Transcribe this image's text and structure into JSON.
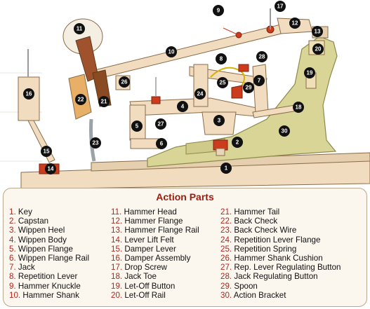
{
  "legend": {
    "title": "Action Parts",
    "columns": [
      [
        {
          "num": "1.",
          "label": "Key"
        },
        {
          "num": "2.",
          "label": "Capstan"
        },
        {
          "num": "3.",
          "label": "Wippen Heel"
        },
        {
          "num": "4.",
          "label": "Wippen Body"
        },
        {
          "num": "5.",
          "label": "Wippen Flange"
        },
        {
          "num": "6.",
          "label": "Wippen Flange Rail"
        },
        {
          "num": "7.",
          "label": "Jack"
        },
        {
          "num": "8.",
          "label": "Repetition Lever"
        },
        {
          "num": "9.",
          "label": "Hammer Knuckle"
        },
        {
          "num": "10.",
          "label": "Hammer Shank"
        }
      ],
      [
        {
          "num": "11.",
          "label": "Hammer Head"
        },
        {
          "num": "12.",
          "label": "Hammer Flange"
        },
        {
          "num": "13.",
          "label": "Hammer Flange Rail"
        },
        {
          "num": "14.",
          "label": "Lever Lift Felt"
        },
        {
          "num": "15.",
          "label": "Damper Lever"
        },
        {
          "num": "16.",
          "label": "Damper Assembly"
        },
        {
          "num": "17.",
          "label": "Drop Screw"
        },
        {
          "num": "18.",
          "label": "Jack Toe"
        },
        {
          "num": "19.",
          "label": "Let-Off Button"
        },
        {
          "num": "20.",
          "label": "Let-Off Rail"
        }
      ],
      [
        {
          "num": "21.",
          "label": "Hammer Tail"
        },
        {
          "num": "22.",
          "label": "Back Check"
        },
        {
          "num": "23.",
          "label": "Back Check Wire"
        },
        {
          "num": "24.",
          "label": "Repetition Lever Flange"
        },
        {
          "num": "25.",
          "label": "Repetition Spring"
        },
        {
          "num": "26.",
          "label": "Hammer Shank Cushion"
        },
        {
          "num": "27.",
          "label": "Rep. Lever Regulating Button"
        },
        {
          "num": "28.",
          "label": "Jack Regulating Button"
        },
        {
          "num": "29.",
          "label": "Spoon"
        },
        {
          "num": "30.",
          "label": "Action Bracket"
        }
      ]
    ]
  },
  "callouts": [
    "1",
    "2",
    "3",
    "4",
    "5",
    "6",
    "7",
    "8",
    "9",
    "10",
    "11",
    "12",
    "13",
    "14",
    "15",
    "16",
    "17",
    "18",
    "19",
    "20",
    "21",
    "22",
    "23",
    "24",
    "25",
    "26",
    "27",
    "28",
    "29",
    "30"
  ],
  "colors": {
    "wood": "#f1dcbf",
    "wood_stroke": "#8a6b48",
    "bracket": "#d9d596",
    "bracket_stroke": "#8c8a4b",
    "felt_red": "#cc3b1c",
    "title": "#9b1c0e",
    "callout": "#111111"
  }
}
